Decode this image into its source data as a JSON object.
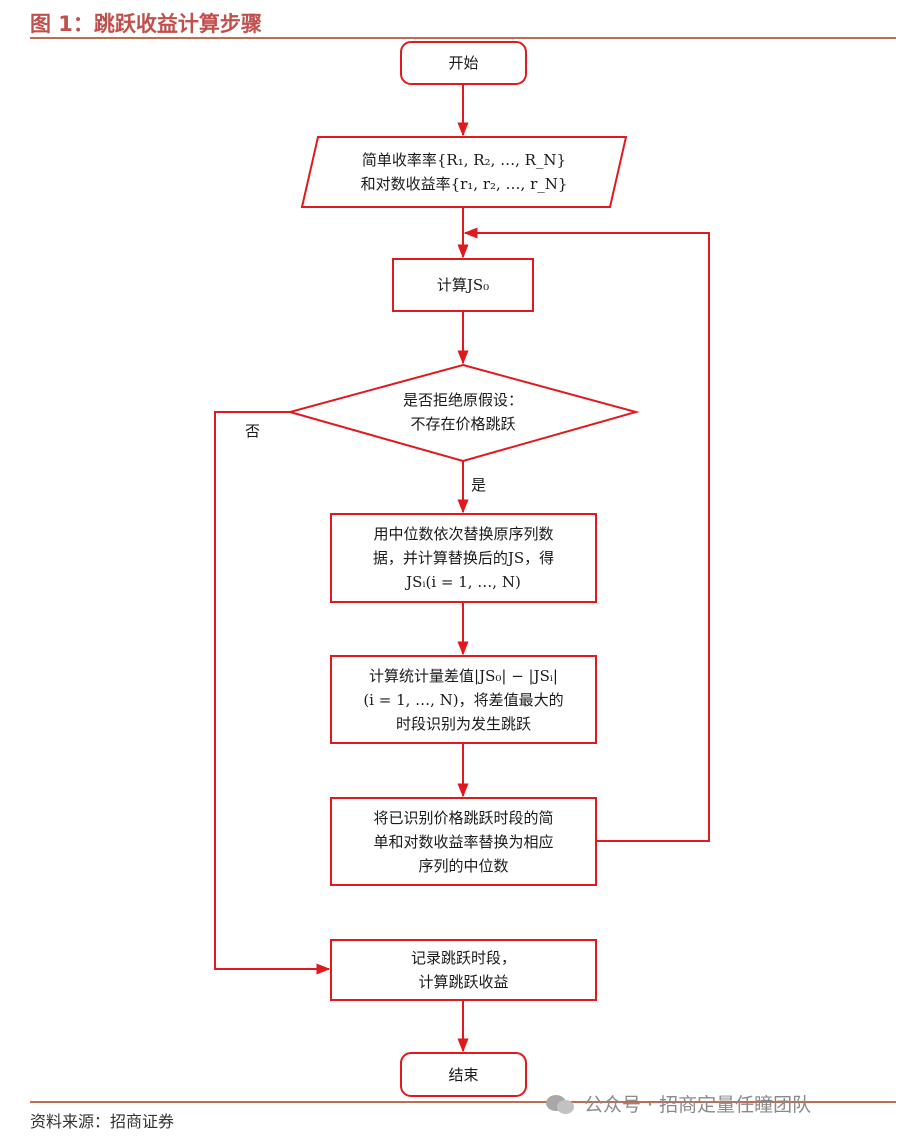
{
  "header": {
    "title": "图 1：跳跃收益计算步骤"
  },
  "nodes": {
    "start": "开始",
    "input": [
      "简单收率率{R₁, R₂, …, R_N}",
      "和对数收益率{r₁, r₂, …, r_N}"
    ],
    "compute_js0": "计算JS₀",
    "decision": [
      "是否拒绝原假设：",
      "不存在价格跳跃"
    ],
    "replace": [
      "用中位数依次替换原序列数",
      "据，并计算替换后的JS，得",
      "JSᵢ(i = 1, …, N)"
    ],
    "diff": [
      "计算统计量差值|JS₀| − |JSᵢ|",
      "(i = 1, …, N)，将差值最大的",
      "时段识别为发生跳跃"
    ],
    "substitute": [
      "将已识别价格跳跃时段的简",
      "单和对数收益率替换为相应",
      "序列的中位数"
    ],
    "record": [
      "记录跳跃时段，",
      "计算跳跃收益"
    ],
    "end": "结束"
  },
  "edge_labels": {
    "no": "否",
    "yes": "是"
  },
  "footer": {
    "source": "资料来源：招商证券",
    "watermark": "公众号 · 招商定量任瞳团队"
  },
  "colors": {
    "accent": "#c0504d",
    "stroke": "#e0191e"
  }
}
